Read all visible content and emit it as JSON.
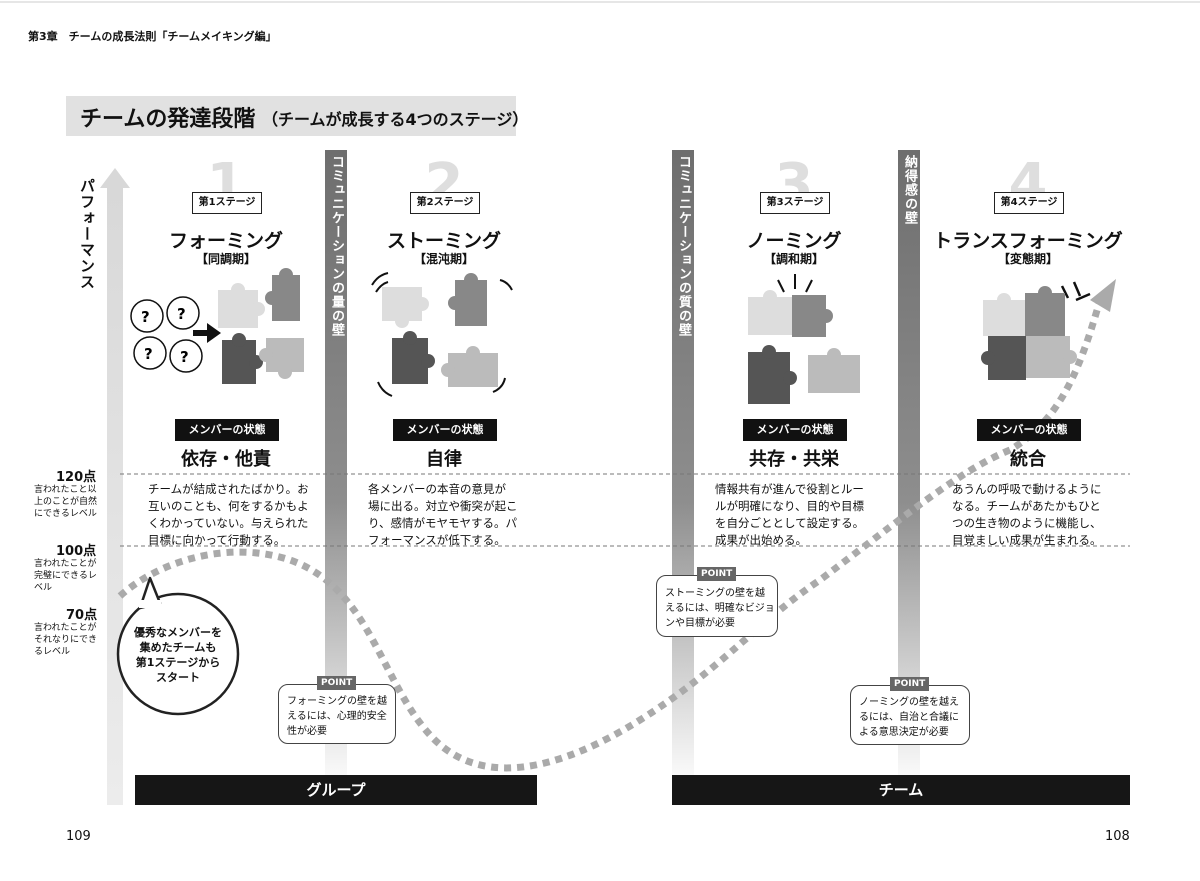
{
  "header": {
    "chapter": "第3章　チームの成長法則「チームメイキング編」"
  },
  "title": {
    "main": "チームの発達段階",
    "sub": "（チームが成長する4つのステージ）"
  },
  "y_axis": {
    "label": "パフォーマンス"
  },
  "levels": [
    {
      "points": "120点",
      "note_lines": [
        "言われたこと以",
        "上のことが自然",
        "にできるレベル"
      ]
    },
    {
      "points": "100点",
      "note_lines": [
        "言われたことが",
        "完璧にできるレ",
        "ベル"
      ]
    },
    {
      "points": "70点",
      "note_lines": [
        "言われたことが",
        "それなりにでき",
        "るレベル"
      ]
    }
  ],
  "stages": [
    {
      "number": "1",
      "badge": "第1ステージ",
      "name": "フォーミング",
      "period": "【同調期】",
      "state_label": "メンバーの状態",
      "state": "依存・他責",
      "desc": [
        "チームが結成されたばかり。お",
        "互いのことも、何をするかもよ",
        "くわかっていない。与えられた",
        "目標に向かって行動する。"
      ]
    },
    {
      "number": "2",
      "badge": "第2ステージ",
      "name": "ストーミング",
      "period": "【混沌期】",
      "state_label": "メンバーの状態",
      "state": "自律",
      "desc": [
        "各メンバーの本音の意見が",
        "場に出る。対立や衝突が起こ",
        "り、感情がモヤモヤする。パ",
        "フォーマンスが低下する。"
      ]
    },
    {
      "number": "3",
      "badge": "第3ステージ",
      "name": "ノーミング",
      "period": "【調和期】",
      "state_label": "メンバーの状態",
      "state": "共存・共栄",
      "desc": [
        "情報共有が進んで役割とルー",
        "ルが明確になり、目的や目標",
        "を自分ごととして設定する。",
        "成果が出始める。"
      ]
    },
    {
      "number": "4",
      "badge": "第4ステージ",
      "name": "トランスフォーミング",
      "period": "【変態期】",
      "state_label": "メンバーの状態",
      "state": "統合",
      "desc": [
        "あうんの呼吸で動けるように",
        "なる。チームがあたかもひと",
        "つの生き物のように機能し、",
        "目覚ましい成果が生まれる。"
      ]
    }
  ],
  "walls": [
    {
      "text": "コミュニケーションの量の壁"
    },
    {
      "text": "コミュニケーションの質の壁"
    },
    {
      "text": "納得感の壁"
    }
  ],
  "points": [
    {
      "tag": "POINT",
      "lines": [
        "フォーミングの壁を越",
        "えるには、心理的安全",
        "性が必要"
      ]
    },
    {
      "tag": "POINT",
      "lines": [
        "ストーミングの壁を越",
        "えるには、明確なビジョ",
        "ンや目標が必要"
      ]
    },
    {
      "tag": "POINT",
      "lines": [
        "ノーミングの壁を越え",
        "るには、自治と合議に",
        "よる意思決定が必要"
      ]
    }
  ],
  "bubble": {
    "lines": [
      "優秀なメンバーを",
      "集めたチームも",
      "第1ステージから",
      "スタート"
    ]
  },
  "bands": {
    "group": "グループ",
    "team": "チーム"
  },
  "page_numbers": {
    "left": "109",
    "right": "108"
  }
}
